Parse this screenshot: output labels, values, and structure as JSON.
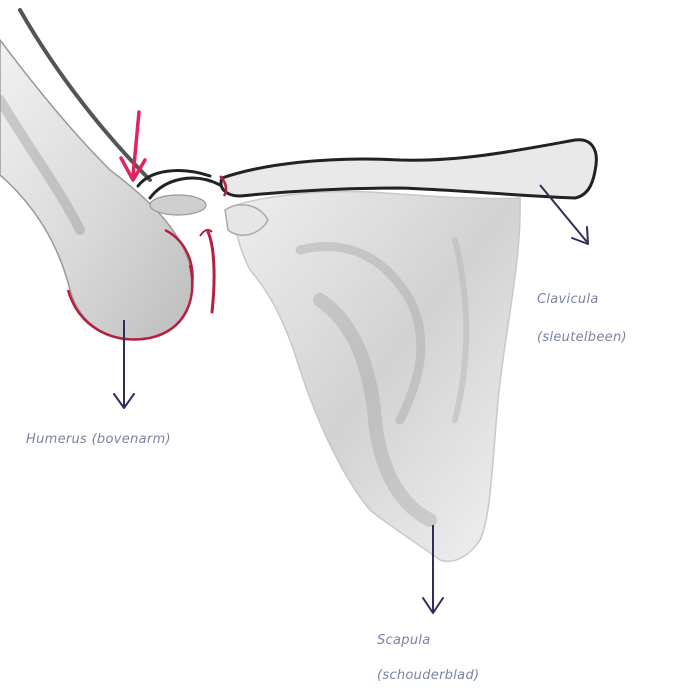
{
  "labels": {
    "humerus": "Humerus (bovenarm)",
    "clavicula_line1": "Clavicula",
    "clavicula_line2": "(sleutelbeen)",
    "scapula_line1": "Scapula",
    "scapula_line2": "(schouderblad)"
  },
  "colors": {
    "pointer_arrow": "#e0245e",
    "label_arrows": "#2e2d5c",
    "label_text": "#7b82a6",
    "joint_outline": "#b81f3f",
    "bone_outline": "#222222"
  },
  "icons": {
    "pointer": "arrow-down-icon",
    "label_arrow": "arrow-down-icon"
  }
}
